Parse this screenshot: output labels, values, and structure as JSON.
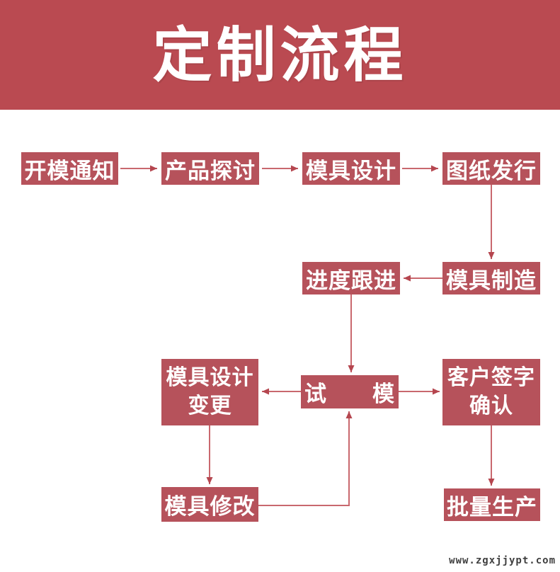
{
  "banner": {
    "title": "定制流程",
    "bg_color": "#ba4a51"
  },
  "colors": {
    "node_bg": "#b6525b",
    "node_text": "#ffffff",
    "arrow_line": "#c9686e",
    "arrow_head": "#b5464f",
    "page_bg": "#ffffff",
    "watermark_text_color": "#3f3f3f"
  },
  "flowchart": {
    "nodes": [
      {
        "id": "mold-opening-notice",
        "label": "开模通知"
      },
      {
        "id": "product-discussion",
        "label": "产品探讨"
      },
      {
        "id": "mold-design",
        "label": "模具设计"
      },
      {
        "id": "drawing-release",
        "label": "图纸发行"
      },
      {
        "id": "mold-manufacturing",
        "label": "模具制造"
      },
      {
        "id": "progress-follow-up",
        "label": "进度跟进"
      },
      {
        "id": "mold-design-change",
        "label": "模具设计\n变更"
      },
      {
        "id": "mold-trial",
        "label": "试　　模"
      },
      {
        "id": "customer-sign-off",
        "label": "客户签字\n确认"
      },
      {
        "id": "mold-modification",
        "label": "模具修改"
      },
      {
        "id": "mass-production",
        "label": "批量生产"
      }
    ],
    "edges": [
      "开模通知→产品探讨",
      "产品探讨→模具设计",
      "模具设计→图纸发行",
      "图纸发行→模具制造",
      "模具制造→进度跟进",
      "进度跟进→试模",
      "试模→模具设计变更",
      "试模→客户签字确认",
      "模具设计变更→模具修改",
      "模具修改→试模",
      "客户签字确认→批量生产"
    ]
  },
  "watermark": {
    "text": "www.zgxjjypt.com"
  }
}
